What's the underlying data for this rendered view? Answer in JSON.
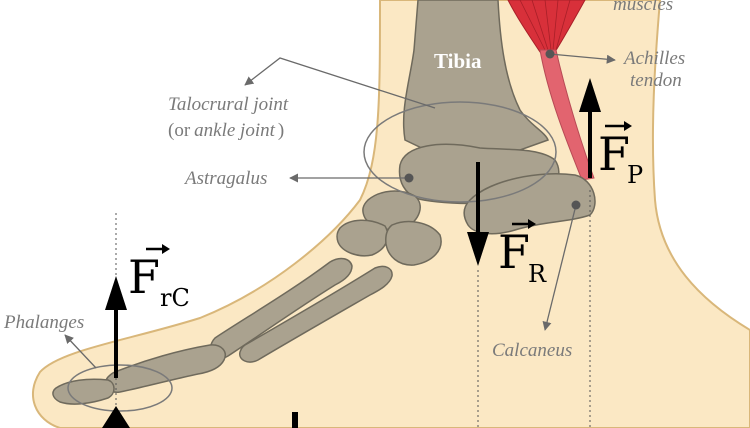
{
  "labels": {
    "muscles": "muscles",
    "achilles_line1": "Achilles",
    "achilles_line2": "tendon",
    "tibia": "Tibia",
    "talocrural_line1": "Talocrural joint",
    "talocrural_paren_open": "(or",
    "talocrural_italic": "ankle joint",
    "talocrural_paren_close": ")",
    "astragalus": "Astragalus",
    "phalanges": "Phalanges",
    "calcaneus": "Calcaneus"
  },
  "forces": {
    "fp": {
      "symbol": "F",
      "subscript": "P"
    },
    "fr": {
      "symbol": "F",
      "subscript": "R"
    },
    "frc": {
      "symbol": "F",
      "subscript": "rC"
    }
  },
  "colors": {
    "skin": "#fbe8c4",
    "skin_outline": "#d9b77a",
    "bone": "#aaa28f",
    "bone_outline": "#6f6a5c",
    "tendon": "#e2646f",
    "muscle": "#d8303a",
    "label": "#7a7a7a",
    "arrow": "#000000"
  }
}
